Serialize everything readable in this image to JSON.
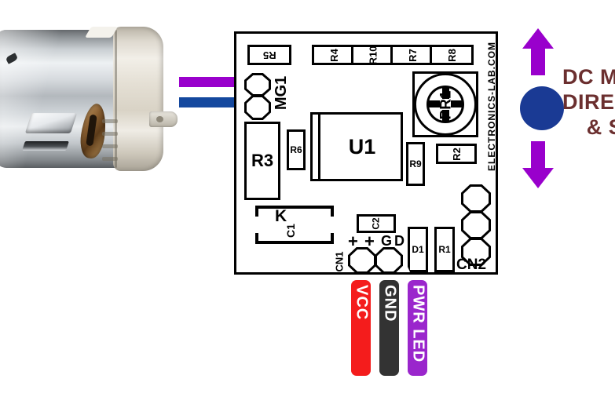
{
  "title_block": {
    "line1": "DC M",
    "line2": "DIRE",
    "line3": "& S",
    "full_text_visible": "DC M / DIRE / & S",
    "color": "#6b2f2f"
  },
  "graphic": {
    "arrow_up": "arrow-up",
    "arrow_down": "arrow-down",
    "circle": "blue-circle",
    "arrow_color": "#9900cc",
    "circle_color": "#1a3a94"
  },
  "motor": {
    "label": "dc-motor-photo",
    "wires": [
      {
        "name": "purple-wire",
        "color": "#9900cc"
      },
      {
        "name": "blue-wire",
        "color": "#14489e"
      }
    ]
  },
  "pcb": {
    "silkscreen_url": "ELECTRONICS-LAB.COM",
    "components": [
      {
        "ref": "R5",
        "type": "resistor"
      },
      {
        "ref": "R4",
        "type": "resistor"
      },
      {
        "ref": "R10",
        "type": "resistor"
      },
      {
        "ref": "R7",
        "type": "resistor"
      },
      {
        "ref": "R8",
        "type": "resistor"
      },
      {
        "ref": "MG1",
        "type": "motor-connector"
      },
      {
        "ref": "PR1",
        "type": "potentiometer"
      },
      {
        "ref": "R3",
        "type": "resistor"
      },
      {
        "ref": "R6",
        "type": "resistor"
      },
      {
        "ref": "U1",
        "type": "ic"
      },
      {
        "ref": "R9",
        "type": "resistor"
      },
      {
        "ref": "R2",
        "type": "resistor"
      },
      {
        "ref": "K",
        "type": "relay"
      },
      {
        "ref": "C1",
        "type": "capacitor"
      },
      {
        "ref": "C2",
        "type": "capacitor"
      },
      {
        "ref": "CN1",
        "type": "connector"
      },
      {
        "ref": "D1",
        "type": "diode"
      },
      {
        "ref": "R1",
        "type": "resistor"
      },
      {
        "ref": "CN2",
        "type": "connector"
      }
    ],
    "cn1_pin_marks": [
      "+",
      "+",
      "G",
      "D"
    ]
  },
  "pin_labels": [
    {
      "name": "VCC",
      "color": "#f41c1c"
    },
    {
      "name": "GND",
      "color": "#333333"
    },
    {
      "name": "PWR LED",
      "color": "#9a26cc"
    }
  ]
}
